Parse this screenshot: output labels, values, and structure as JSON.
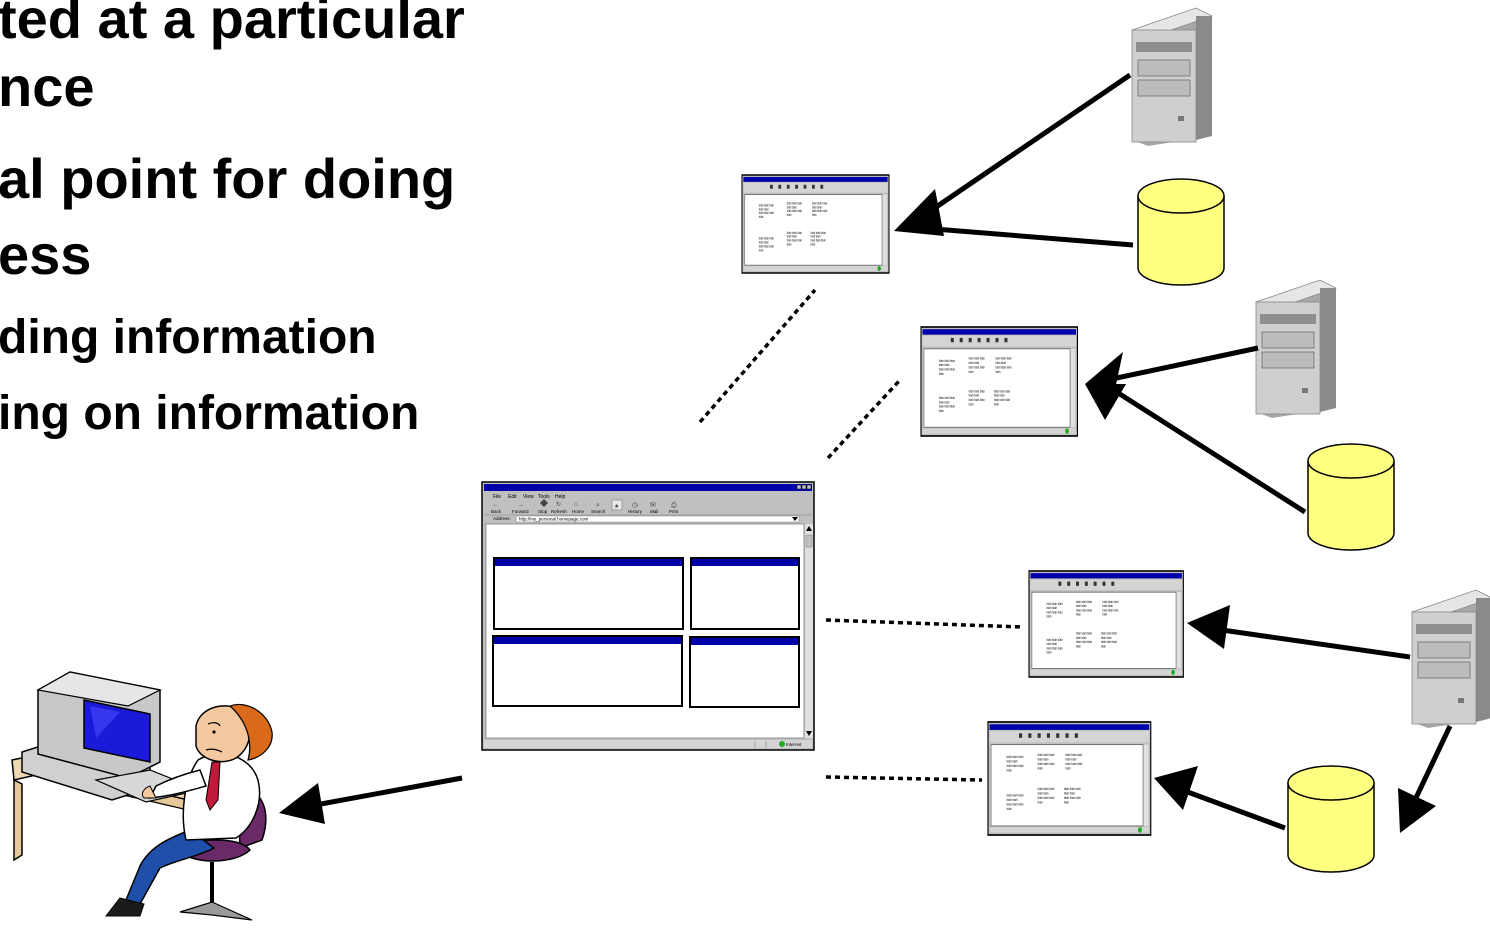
{
  "slide": {
    "bullets": [
      "ted at a particular",
      "nce",
      "al point for doing",
      "ess",
      "ding information",
      "ing on information"
    ]
  },
  "main_browser": {
    "menu": [
      "File",
      "Edit",
      "View",
      "Tools",
      "Help"
    ],
    "toolbar": [
      "Back",
      "Forward",
      "Stop",
      "Refresh",
      "Home",
      "Search",
      "History",
      "Mail",
      "Print"
    ],
    "address_label": "Address:",
    "address_value": "http://my_personal.homepage.com",
    "status": "Internet"
  },
  "page_text": {
    "blah3": "blah blah blah",
    "blah2": "blah blah",
    "blah1": "blah"
  },
  "colors": {
    "titlebar": "#0000aa",
    "window_gray": "#c0c0c0",
    "db_fill": "#ffff80",
    "server_body": "#c8c8c8",
    "arrow": "#000000"
  },
  "icons": [
    "user-at-computer-icon",
    "server-icon",
    "database-icon"
  ]
}
